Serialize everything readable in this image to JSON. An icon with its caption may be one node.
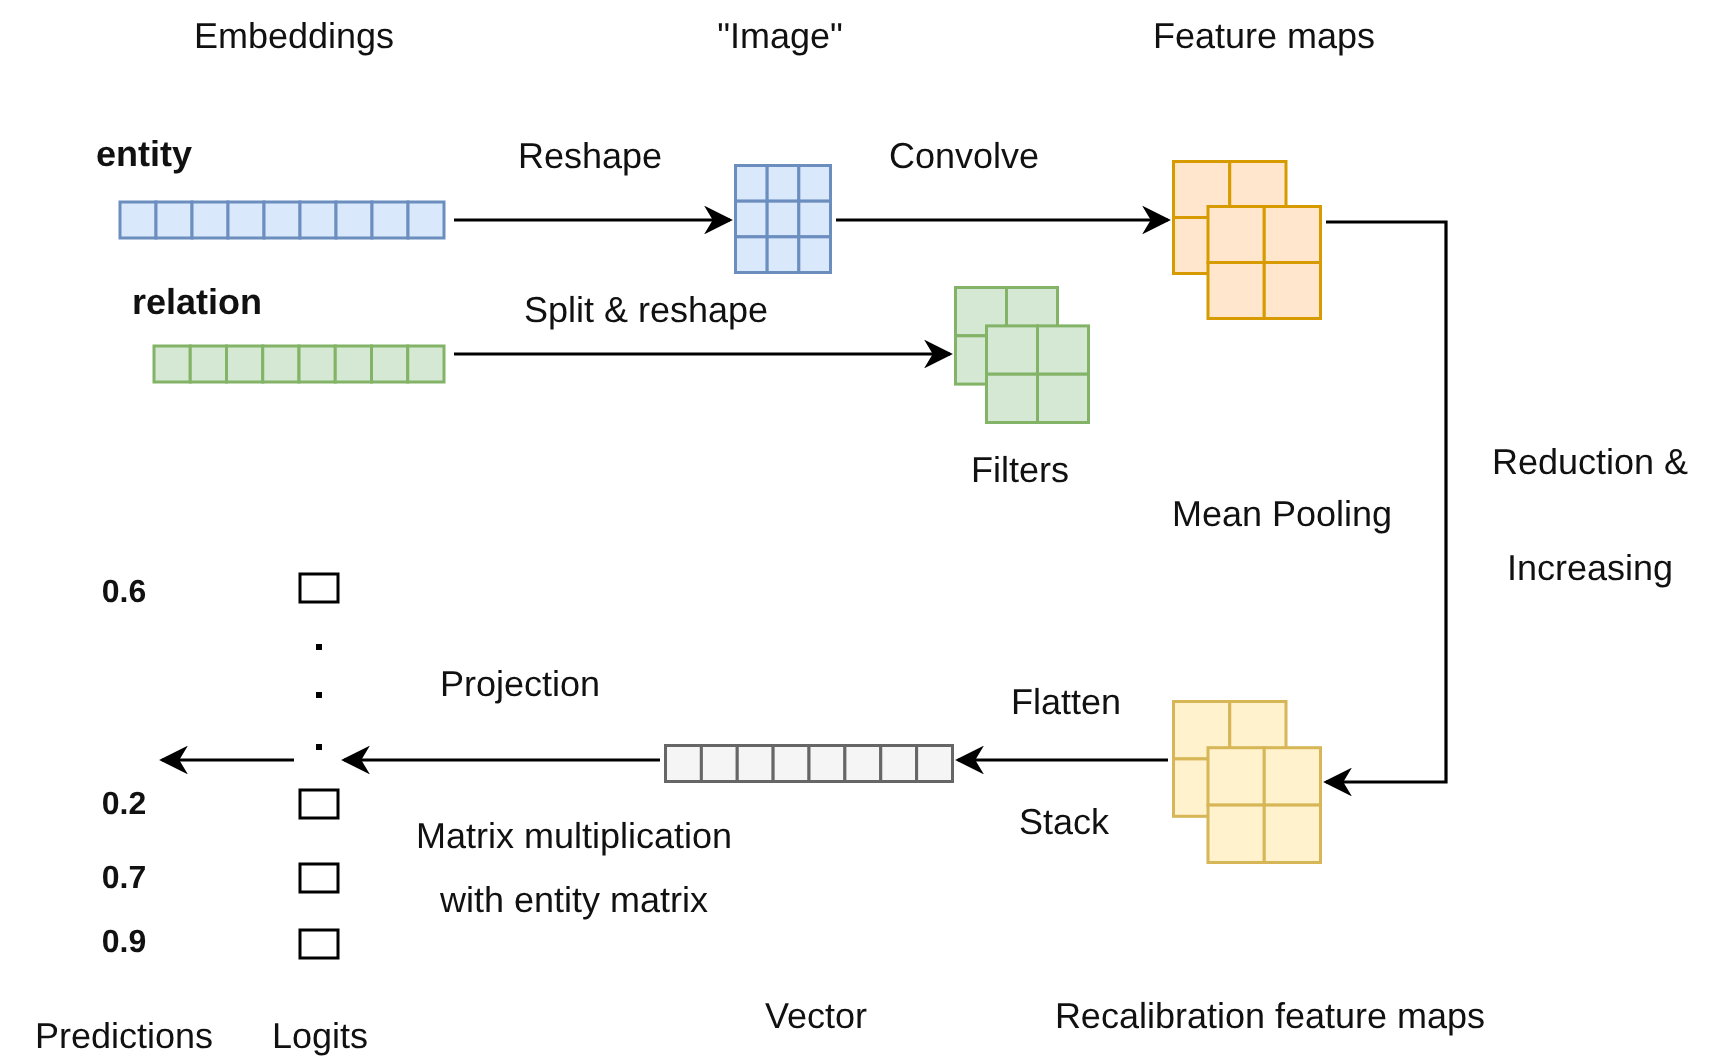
{
  "diagram": {
    "nodes": [
      {
        "text": [
          "entity"
        ]
      },
      {
        "text": [
          "relation"
        ]
      },
      {
        "text": [],
        "shape": "grid"
      },
      {
        "text": [],
        "shape": "stack",
        "beside": [
          "Filters"
        ]
      },
      {
        "text": [],
        "shape": "stack"
      },
      {
        "text": [],
        "shape": "stack",
        "beside": [
          "Recalibration feature maps"
        ]
      },
      {
        "text": [],
        "shape": "bar"
      },
      {
        "text": [],
        "shape": "column",
        "beside": [
          "Logits"
        ]
      },
      {
        "text": [
          "0.6",
          "0.2",
          "0.7",
          "0.9"
        ],
        "beside": [
          "Predictions"
        ]
      }
    ],
    "edges": [
      {
        "from": 0,
        "to": 2,
        "arrow": "to",
        "label": "Reshape"
      },
      {
        "from": 1,
        "to": 3,
        "arrow": "to",
        "label": "Split & reshape"
      },
      {
        "from": 2,
        "to": 4,
        "arrow": "to",
        "label": "Convolve"
      },
      {
        "from": 4,
        "to": 5,
        "arrow": "to",
        "label": "Reduction & Increasing"
      },
      {
        "from": 5,
        "to": 6,
        "arrow": "to",
        "label": "Flatten"
      },
      {
        "from": 6,
        "to": 7,
        "arrow": "to",
        "label": "Projection"
      },
      {
        "from": 7,
        "to": 8,
        "arrow": "to"
      }
    ],
    "labels": [
      "Embeddings",
      "\"Image\"",
      "Feature maps",
      "Mean Pooling",
      "Stack",
      "Matrix multiplication with entity matrix",
      "Vector"
    ]
  }
}
